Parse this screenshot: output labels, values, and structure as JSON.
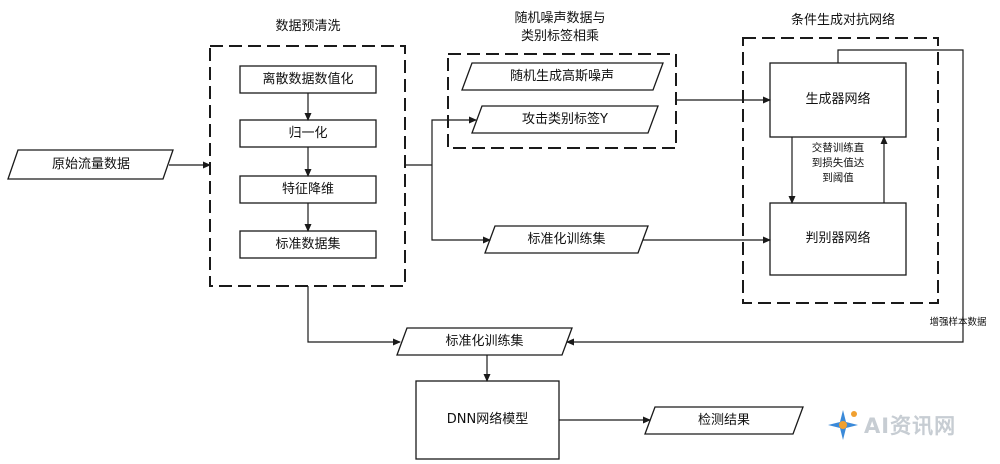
{
  "groups": {
    "preprocess_title": "数据预清洗",
    "noise_title_line1": "随机噪声数据与",
    "noise_title_line2": "类别标签相乘",
    "cgan_title": "条件生成对抗网络"
  },
  "nodes": {
    "raw_traffic": "原始流量数据",
    "discretize": "离散数据数值化",
    "normalize": "归一化",
    "feature_reduction": "特征降维",
    "standard_dataset": "标准数据集",
    "gaussian_noise": "随机生成高斯噪声",
    "attack_label": "攻击类别标签Y",
    "train_set_upper": "标准化训练集",
    "generator": "生成器网络",
    "discriminator": "判别器网络",
    "train_set_lower": "标准化训练集",
    "dnn_model": "DNN网络模型",
    "detection_result": "检测结果"
  },
  "annotations": {
    "alternate_line1": "交替训练直",
    "alternate_line2": "到损失值达",
    "alternate_line3": "到阈值",
    "augmented_samples": "增强样本数据"
  },
  "watermark": {
    "text": "AI资讯网"
  },
  "colors": {
    "stroke": "#1a1a1a",
    "box_fill": "#ffffff",
    "watermark_gray": "#c7cdd3",
    "watermark_blue": "#3b8ad9",
    "watermark_orange": "#f0a030"
  }
}
